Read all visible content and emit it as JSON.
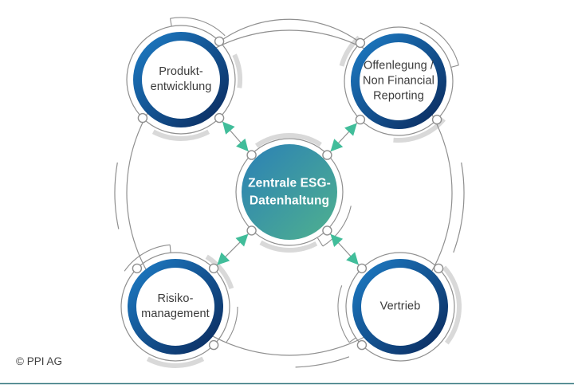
{
  "diagram": {
    "hub": {
      "label": "Zentrale ESG-\nDatenhaltung"
    },
    "satellites": [
      {
        "id": "produktentwicklung",
        "label": "Produkt-\nentwicklung"
      },
      {
        "id": "offenlegung-non-financial-reporting",
        "label": "Offenlegung /\nNon Financial\nReporting"
      },
      {
        "id": "risikomanagement",
        "label": "Risiko-\nmanagement"
      },
      {
        "id": "vertrieb",
        "label": "Vertrieb"
      }
    ],
    "colors": {
      "satellite_ring_start": "#1d7bc4",
      "satellite_ring_end": "#0b2b5e",
      "hub_gradient_start": "#2b80b6",
      "hub_gradient_end": "#4fb18e",
      "arrow": "#41bd9a",
      "thin_ring": "#8f8f8f",
      "light_arc": "#d9d9d9",
      "node_fill": "#ffffff",
      "label_text": "#3a3a3a",
      "hub_text": "#ffffff",
      "footer_rule": "#3e7d85"
    }
  },
  "footer": {
    "copyright": "© PPI AG"
  }
}
